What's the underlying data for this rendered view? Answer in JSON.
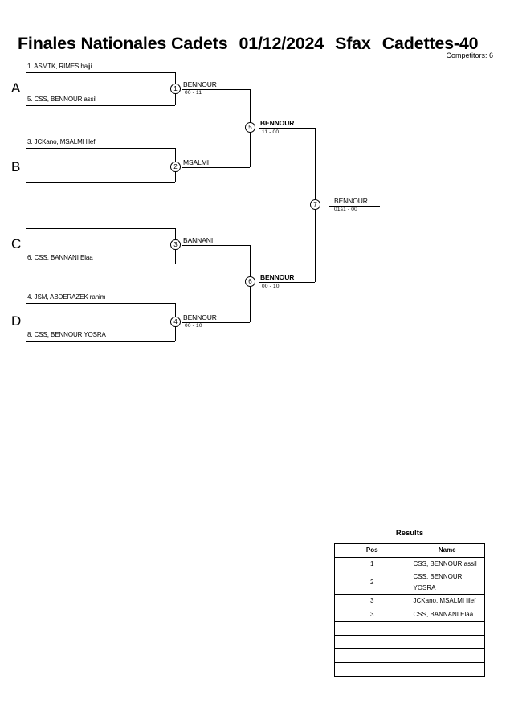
{
  "header": {
    "title_segments": [
      "Finales Nationales Cadets",
      "01/12/2024",
      "Sfax",
      "Cadettes-40"
    ],
    "competitors": "Competitors: 6"
  },
  "bracket": {
    "groups": [
      {
        "letter": "A"
      },
      {
        "letter": "B"
      },
      {
        "letter": "C"
      },
      {
        "letter": "D"
      }
    ],
    "entrants": [
      {
        "label": "1. ASMTK, RIMES hajji"
      },
      {
        "label": "5. CSS, BENNOUR assil"
      },
      {
        "label": "3. JCKano, MSALMI lilef"
      },
      {
        "label": ""
      },
      {
        "label": ""
      },
      {
        "label": "6. CSS, BANNANI Elaa"
      },
      {
        "label": "4. JSM, ABDERAZEK ranim"
      },
      {
        "label": "8. CSS, BENNOUR YOSRA"
      }
    ],
    "matches": [
      {
        "number": "1",
        "winner": "BENNOUR",
        "score": "00 - 11"
      },
      {
        "number": "2",
        "winner": "MSALMI",
        "score": ""
      },
      {
        "number": "3",
        "winner": "BANNANI",
        "score": ""
      },
      {
        "number": "4",
        "winner": "BENNOUR",
        "score": "00 - 10"
      },
      {
        "number": "5",
        "winner": "BENNOUR",
        "score": "11 - 00"
      },
      {
        "number": "6",
        "winner": "BENNOUR",
        "score": "00 - 10"
      },
      {
        "number": "7",
        "winner": "BENNOUR",
        "score": "01s1 - 00"
      }
    ]
  },
  "results": {
    "title": "Results",
    "columns": [
      "Pos",
      "Name"
    ],
    "rows": [
      {
        "pos": "1",
        "name": "CSS, BENNOUR assil"
      },
      {
        "pos": "2",
        "name": "CSS, BENNOUR YOSRA"
      },
      {
        "pos": "3",
        "name": "JCKano, MSALMI lilef"
      },
      {
        "pos": "3",
        "name": "CSS, BANNANI Elaa"
      },
      {
        "pos": "",
        "name": ""
      },
      {
        "pos": "",
        "name": ""
      },
      {
        "pos": "",
        "name": ""
      },
      {
        "pos": "",
        "name": ""
      }
    ]
  }
}
